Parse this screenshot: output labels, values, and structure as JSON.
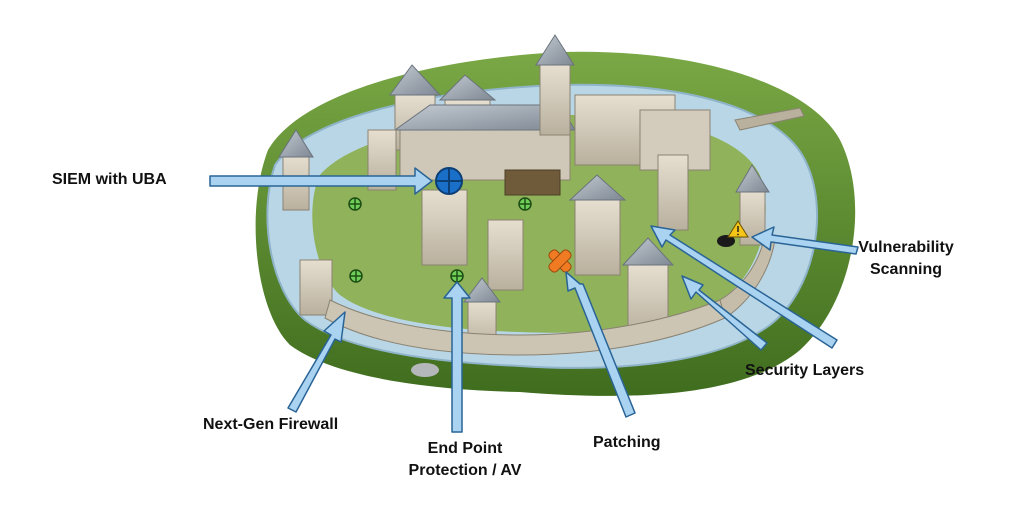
{
  "labels": {
    "siem": "SIEM with UBA",
    "vuln_line1": "Vulnerability",
    "vuln_line2": "Scanning",
    "security_layers": "Security Layers",
    "firewall": "Next-Gen Firewall",
    "endpoint_line1": "End Point",
    "endpoint_line2": "Protection / AV",
    "patching": "Patching"
  },
  "colors": {
    "arrow_fill": "#a9d3f0",
    "arrow_stroke": "#2a6496",
    "grass": "#5d8f2e",
    "water": "#b9d6e6",
    "stone": "#d9d2c3",
    "roof": "#9aa3ad",
    "siem_marker": "#1a6fc9",
    "patch_marker": "#f07b22",
    "warning": "#f5c518"
  },
  "icons": {
    "siem": "crosshair-icon",
    "patching": "bandage-icon",
    "vulnerability": "warning-triangle-icon",
    "endpoint": "green-crosshair-icon"
  }
}
